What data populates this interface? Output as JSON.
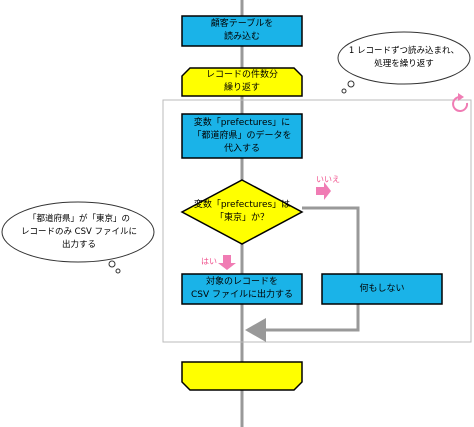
{
  "flowchart": {
    "step_read_table": "顧客テーブルを\n読み込む",
    "loop_start": "レコードの件数分\n繰り返す",
    "step_assign": "変数「prefectures」に\n「都道府県」のデータを\n代入する",
    "decision": "変数「prefectures」は\n「東京」か？",
    "yes_label": "はい",
    "no_label": "いいえ",
    "step_output": "対象のレコードを\nCSV ファイルに出力する",
    "step_nothing": "何もしない",
    "loop_end": ""
  },
  "callouts": {
    "top_right": "1 レコードずつ読み込まれ、\n処理を繰り返す",
    "left": "「都道府県」が「東京」の\nレコードのみ CSV ファイルに\n出力する"
  },
  "colors": {
    "process_fill": "#1ab3e8",
    "loop_fill": "#ffff00",
    "decision_fill": "#ffff00",
    "connector": "#999999",
    "arrow_accent": "#f07cb4",
    "loop_icon": "#f07cb4"
  },
  "icons": {
    "loop_marker": "refresh-icon"
  }
}
